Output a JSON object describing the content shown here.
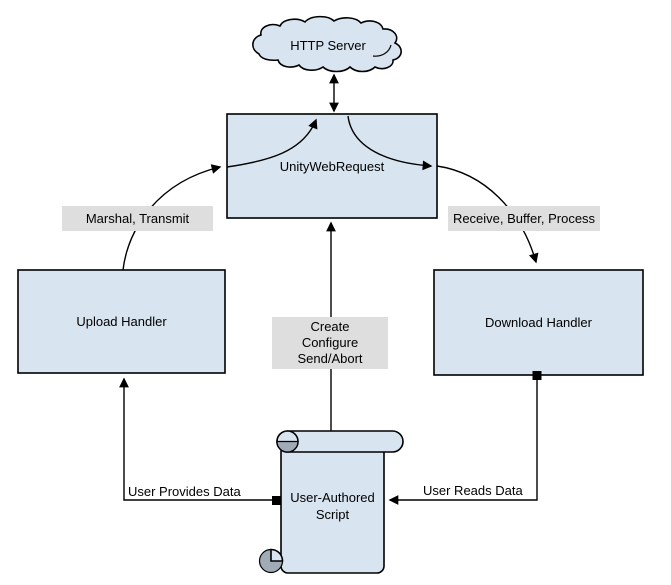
{
  "diagram": {
    "nodes": {
      "http_server": {
        "label": "HTTP Server",
        "shape": "cloud"
      },
      "unity_web_request": {
        "label": "UnityWebRequest",
        "shape": "rectangle"
      },
      "upload_handler": {
        "label": "Upload Handler",
        "shape": "rectangle"
      },
      "download_handler": {
        "label": "Download Handler",
        "shape": "rectangle"
      },
      "user_script": {
        "label_line1": "User-Authored",
        "label_line2": "Script",
        "shape": "vertical-scroll"
      }
    },
    "edge_labels": {
      "marshal_transmit": "Marshal, Transmit",
      "receive_buffer_process": "Receive, Buffer, Process",
      "create_line1": "Create",
      "create_line2": "Configure",
      "create_line3": "Send/Abort",
      "user_provides_data": "User Provides Data",
      "user_reads_data": "User Reads Data"
    },
    "edges": [
      {
        "from": "http_server",
        "to": "unity_web_request",
        "style": "double-arrow"
      },
      {
        "from": "upload_handler",
        "to": "unity_web_request",
        "label": "Marshal, Transmit"
      },
      {
        "from": "unity_web_request",
        "to": "download_handler",
        "label": "Receive, Buffer, Process"
      },
      {
        "from": "user_script",
        "to": "unity_web_request",
        "label": "Create Configure Send/Abort"
      },
      {
        "from": "user_script",
        "to": "upload_handler",
        "label": "User Provides Data"
      },
      {
        "from": "download_handler",
        "to": "user_script",
        "label": "User Reads Data"
      }
    ],
    "colors": {
      "node_fill": "#d8e4f0",
      "node_stroke": "#000000",
      "label_bg": "#dedede",
      "curl_shade": "#9fabb6",
      "background": "#ffffff"
    }
  }
}
